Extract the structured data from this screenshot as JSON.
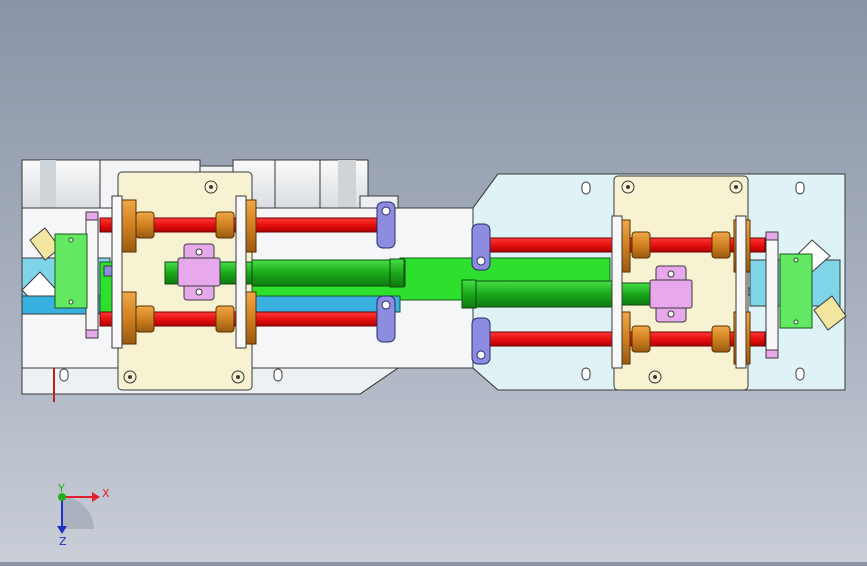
{
  "triad": {
    "x_label": "X",
    "y_label": "Y",
    "z_label": "Z",
    "x_color": "#e0202a",
    "y_color": "#20b020",
    "z_color": "#2030c0"
  },
  "colors": {
    "background_top": "#8a94a6",
    "background_bottom": "#c9ced7",
    "frame": "#f4f6f8",
    "outline": "#3a3a3a",
    "rod_red": "#f01818",
    "bushing_orange": "#d98a1e",
    "cylinder_green": "#28c828",
    "plate_cream": "#f6f2d2",
    "clamp_blue": "#8c8ce0",
    "bracket_pink": "#e8a0e8",
    "panel_cyan": "#d8f0f4"
  },
  "icons": [
    "axis-triad-icon"
  ]
}
